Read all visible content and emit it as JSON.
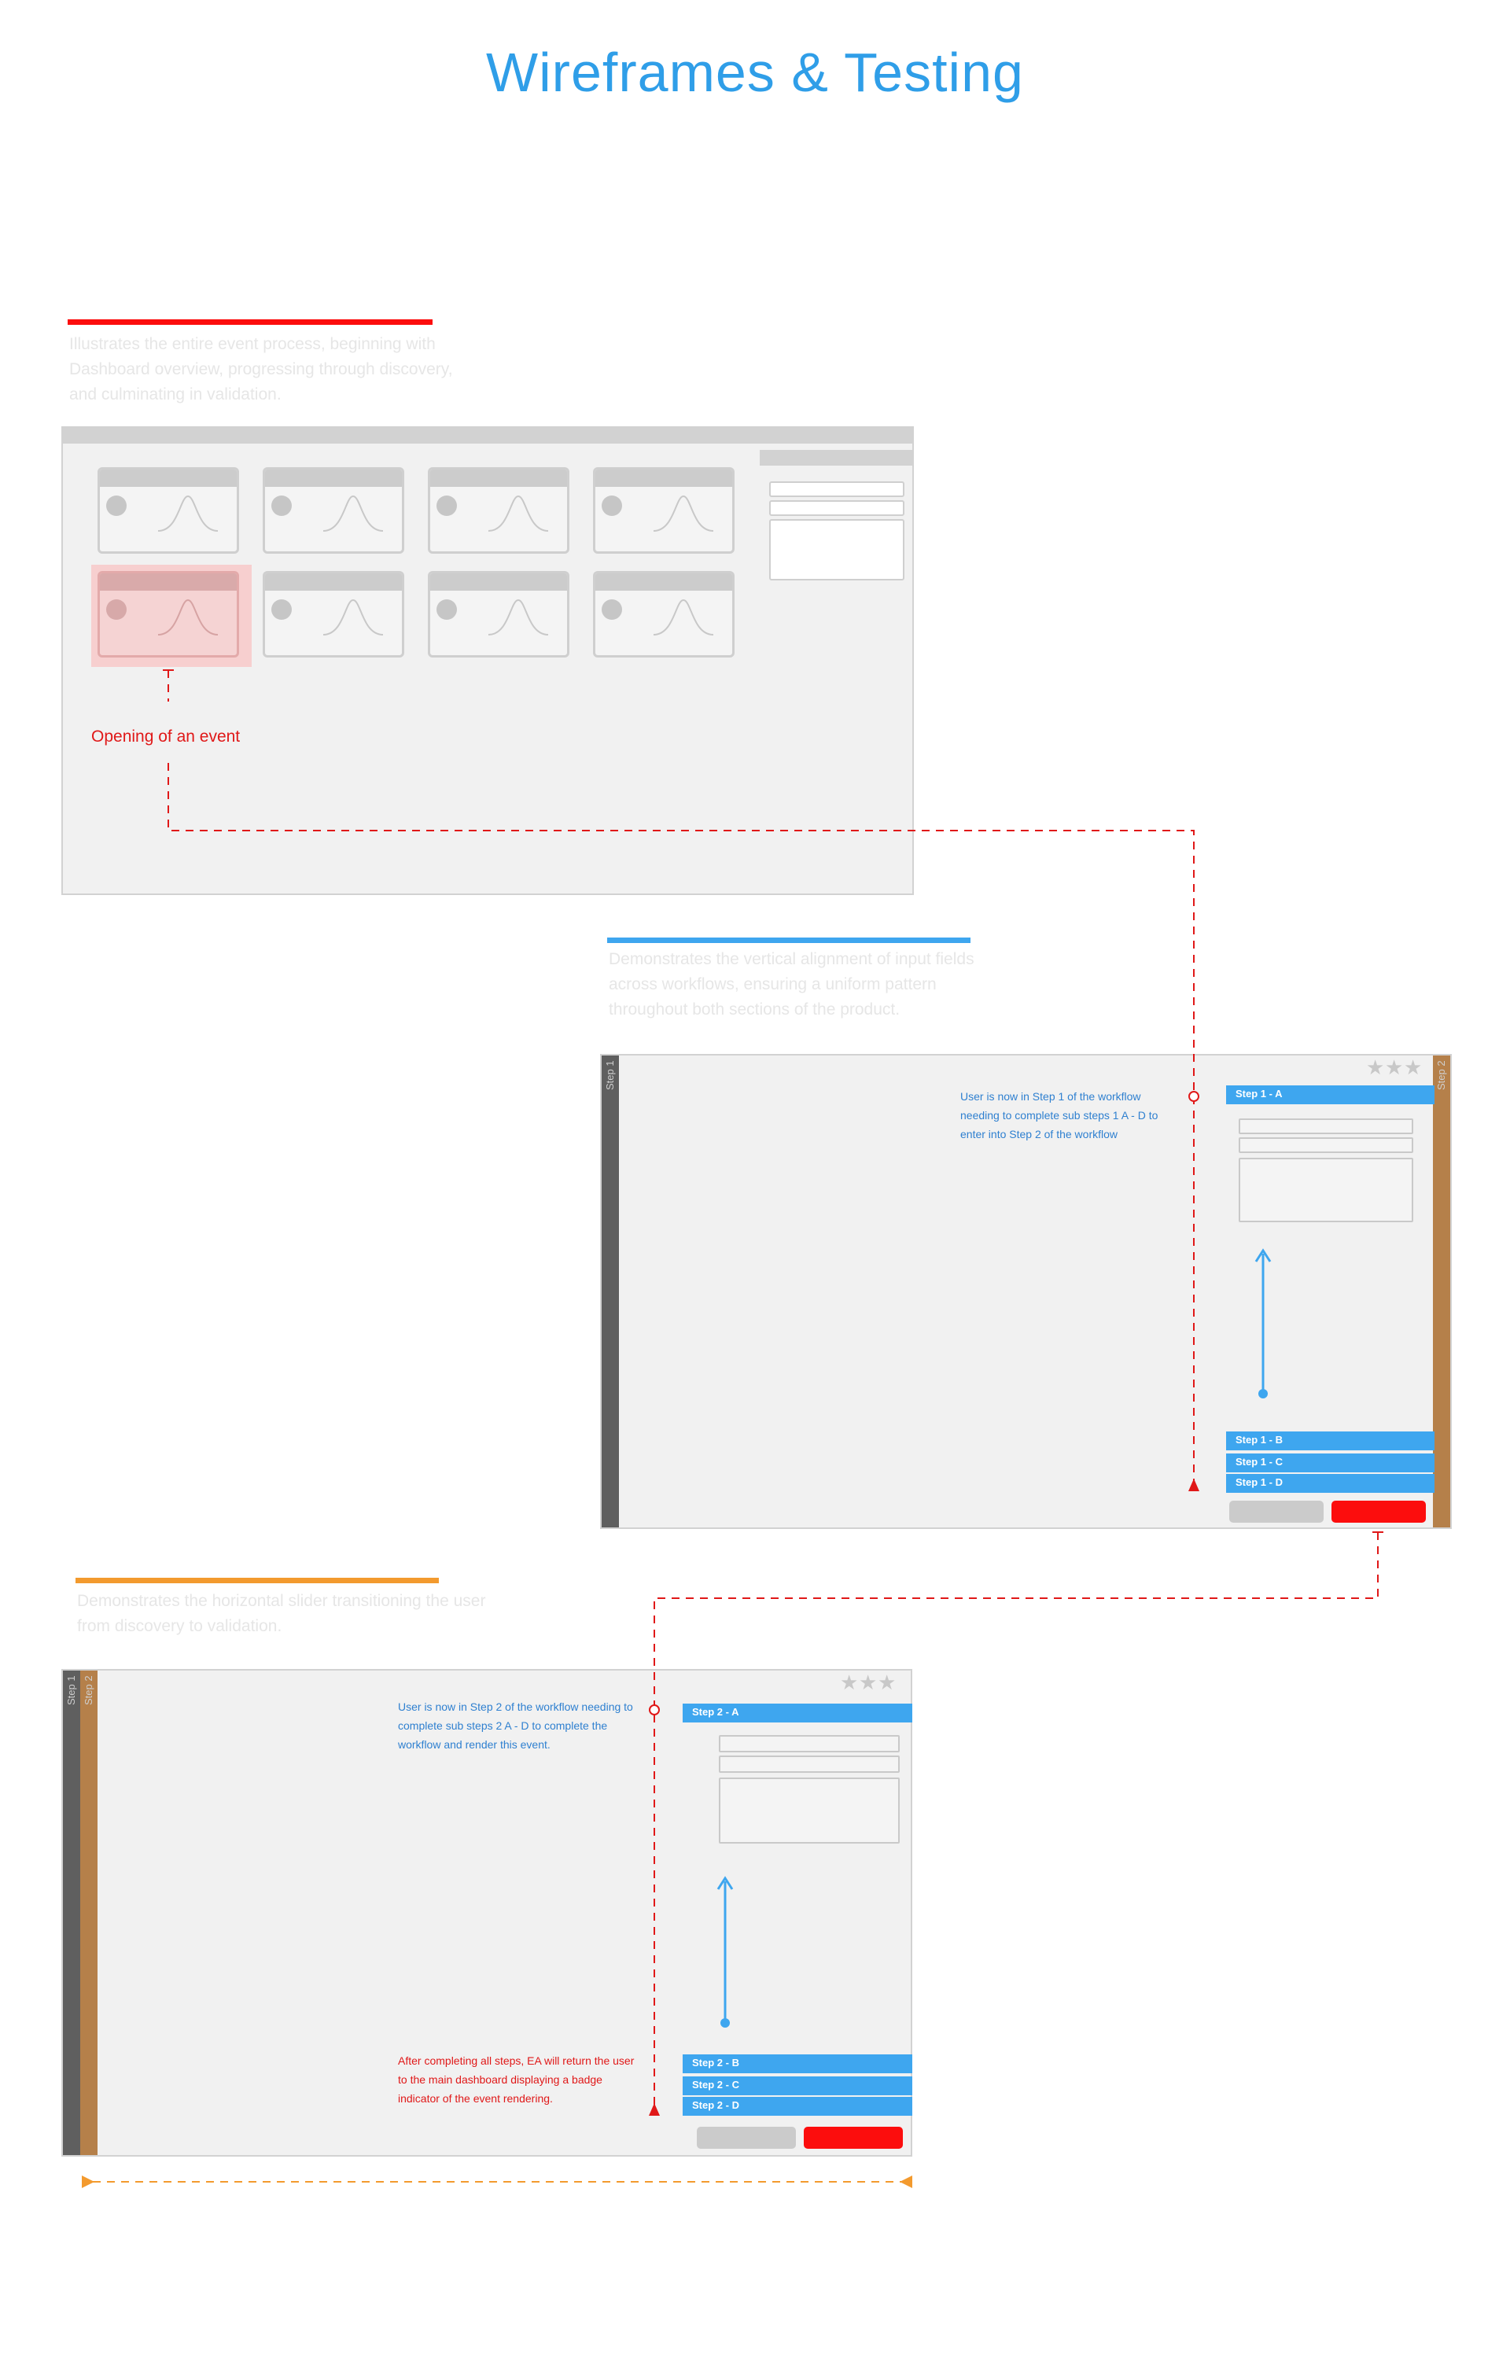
{
  "page": {
    "title": "Wireframes & Testing"
  },
  "section1": {
    "accent": "#fc0d0d",
    "description": "Illustrates the entire event process, beginning with Dashboard overview, progressing through discovery, and culminating in validation.",
    "annotation": "Opening of an event"
  },
  "section2": {
    "accent": "#3ea6ef",
    "description": "Demonstrates the vertical alignment of input fields across workflows, ensuring a uniform pattern throughout both sections of the product.",
    "step1_tab": "Step 1",
    "step2_tab": "Step 2",
    "note": "User is now in Step 1 of the workflow needing to complete sub steps 1 A - D to enter into Step 2 of the workflow",
    "steps": [
      "Step 1 - A",
      "Step 1 - B",
      "Step 1 - C",
      "Step 1 - D"
    ]
  },
  "section3": {
    "accent": "#f39a2e",
    "description": "Demonstrates the horizontal slider transitioning the user from discovery to validation.",
    "step1_tab": "Step 1",
    "step2_tab": "Step 2",
    "note": "User is now in Step 2 of the workflow needing to complete sub steps 2 A - D to complete the workflow and render this event.",
    "note2": "After completing all steps, EA will return the user to the main dashboard displaying a badge indicator of the event rendering.",
    "steps": [
      "Step 2 - A",
      "Step 2 - B",
      "Step 2 - C",
      "Step 2 - D"
    ]
  },
  "colors": {
    "title": "#2f9ee8",
    "step1_tab": "#5f5f5f",
    "step2_tab": "#b5804a",
    "connector": "#e01818"
  }
}
